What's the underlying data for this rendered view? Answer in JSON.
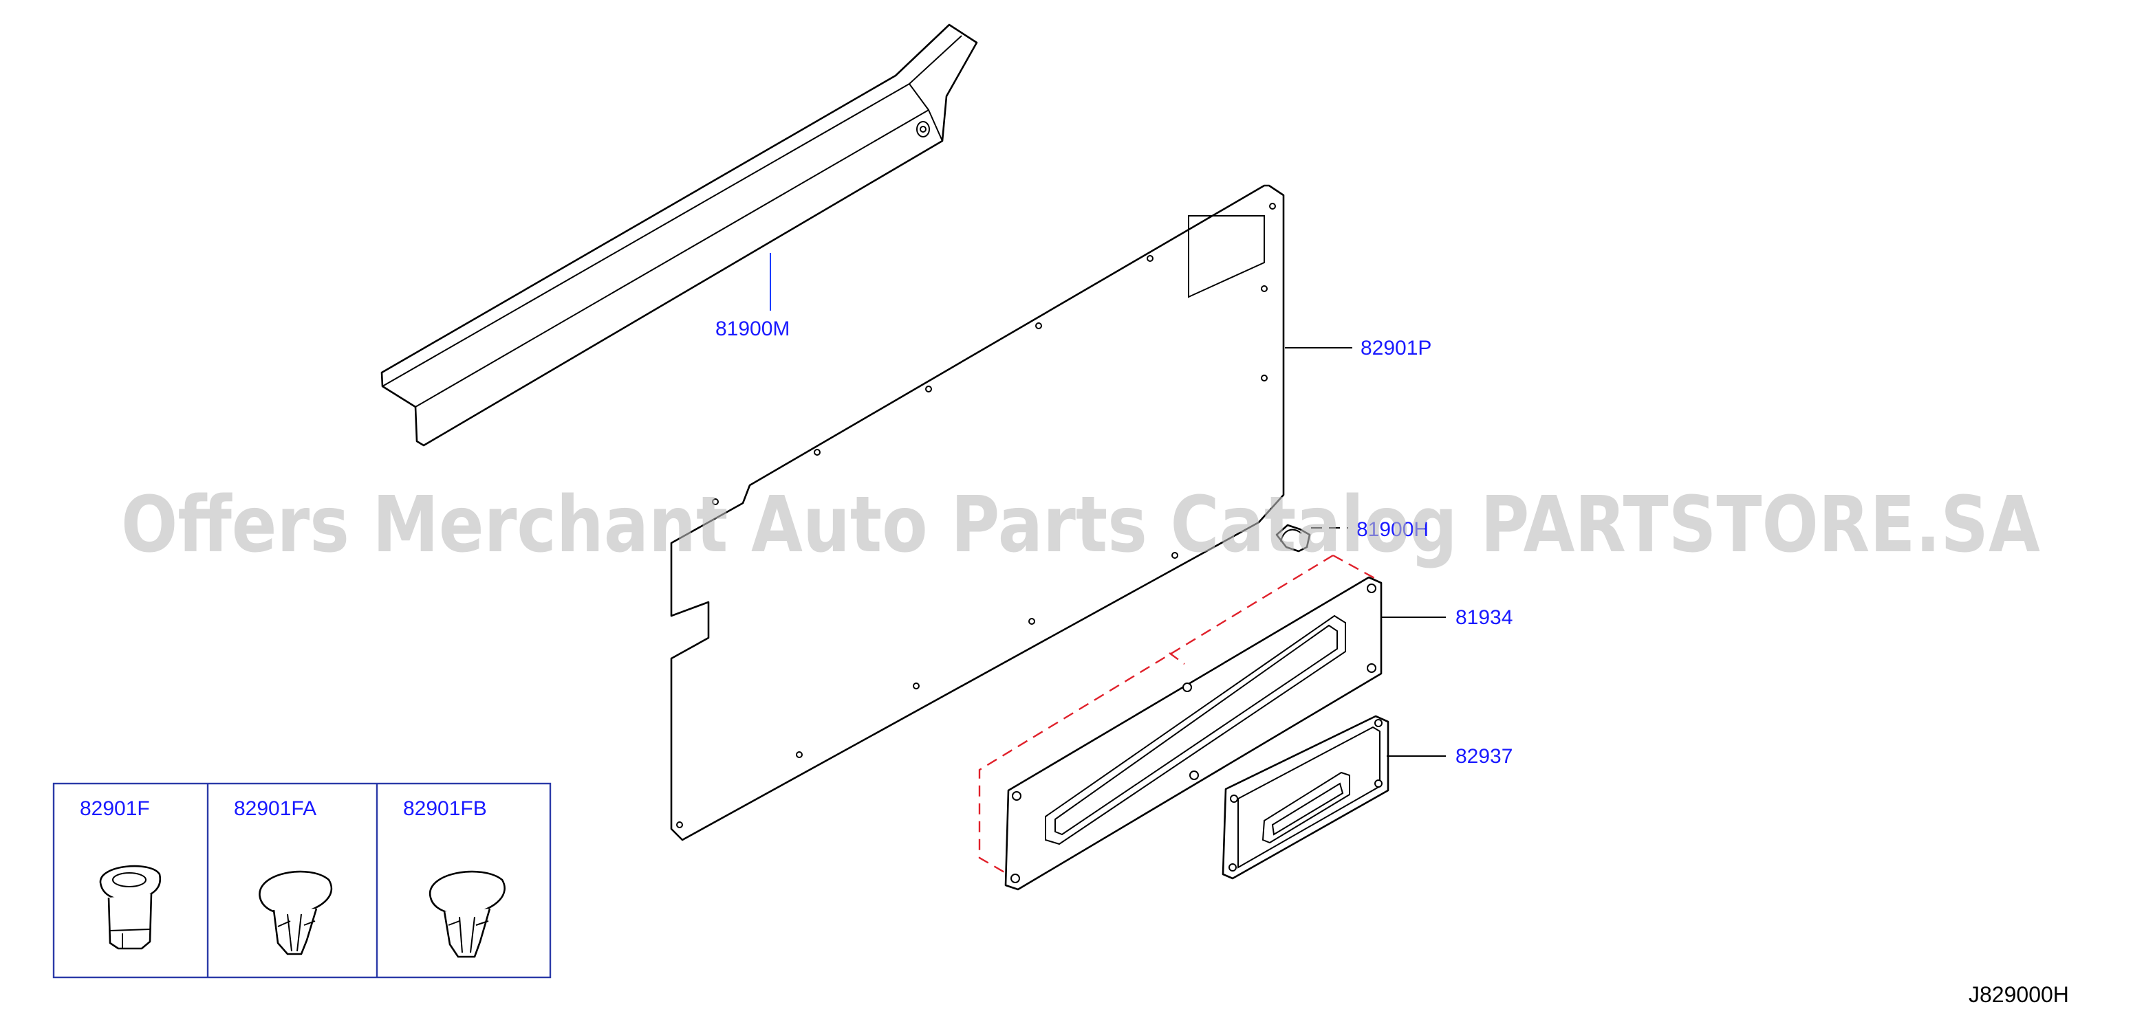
{
  "parts": {
    "upper_trim": "81900M",
    "door_panel": "82901P",
    "clip_hidden": "81900H",
    "seal_frame": "81934",
    "seal_cover": "82937"
  },
  "fasteners": [
    {
      "label": "82901F",
      "icon": "push-clip-hollow-icon"
    },
    {
      "label": "82901FA",
      "icon": "push-clip-split-icon"
    },
    {
      "label": "82901FB",
      "icon": "push-clip-split-icon"
    }
  ],
  "diagram_code": "J829000H",
  "watermark": "Offers Merchant Auto Parts Catalog PARTSTORE.SA",
  "colors": {
    "label": "#1a1aff",
    "box": "#2b3aa8",
    "dash": "#e0202a",
    "watermark": "#bdbdbd"
  }
}
